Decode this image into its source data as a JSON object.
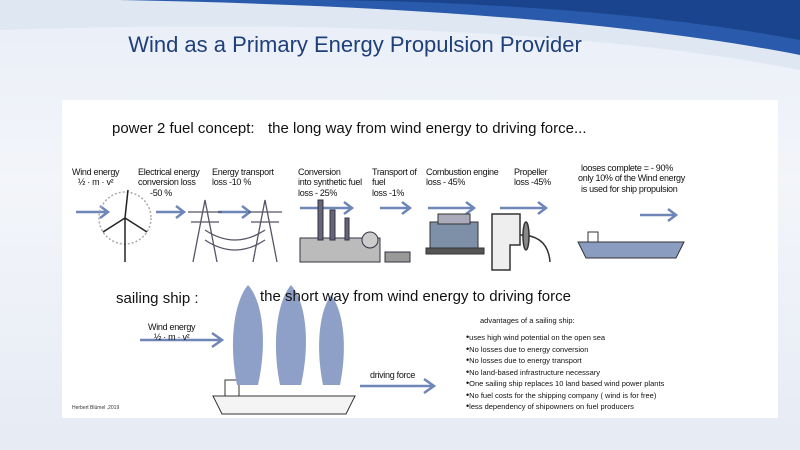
{
  "slide": {
    "title": "Wind as a Primary Energy Propulsion Provider",
    "power2fuel": {
      "heading_left": "power 2 fuel concept:",
      "heading_right": "the long way from wind energy to driving force...",
      "steps": [
        {
          "line1": "Wind energy",
          "line2": "½ · m · v²",
          "line3": ""
        },
        {
          "line1": "Electrical energy",
          "line2": "conversion loss",
          "line3": "-50 %"
        },
        {
          "line1": "Energy transport",
          "line2": "loss -10 %",
          "line3": ""
        },
        {
          "line1": "Conversion",
          "line2": "into synthetic fuel",
          "line3": "loss  - 25%"
        },
        {
          "line1": "Transport of",
          "line2": "fuel",
          "line3": "loss -1%"
        },
        {
          "line1": "Combustion  engine",
          "line2": "loss - 45%",
          "line3": ""
        },
        {
          "line1": "Propeller",
          "line2": "loss -45%",
          "line3": ""
        }
      ],
      "summary": [
        "looses complete = - 90%",
        "only 10% of the Wind energy",
        "is used for ship propulsion"
      ]
    },
    "sailing": {
      "heading_left": "sailing ship :",
      "heading_right": "the short way from wind energy to driving force",
      "wind_label": "Wind energy",
      "wind_formula": "½ · m · v²",
      "driving_force": "driving force",
      "advantages_title": "advantages of a sailing ship:",
      "advantages": [
        "uses high wind potential on the open sea",
        "No losses due to energy conversion",
        "No losses due to energy transport",
        "No land-based infrastructure necessary",
        "One sailing ship replaces 10 land based wind power plants",
        "No fuel costs for the shipping company ( wind is for free)",
        "less dependency of shipowners on fuel producers"
      ],
      "credit": "Herbert Blümel ,2019"
    },
    "colors": {
      "title": "#1f3f7a",
      "arrow": "#6f86b8",
      "sail": "#8fa0c8",
      "swoosh": "#1d4f9e"
    }
  }
}
